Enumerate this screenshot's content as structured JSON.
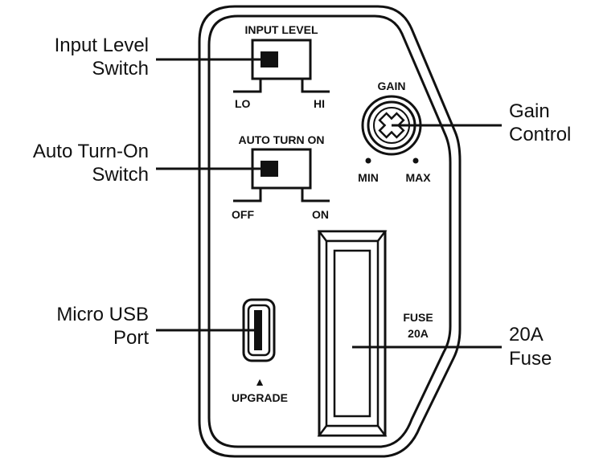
{
  "callouts": {
    "input_level": [
      "Input Level",
      "Switch"
    ],
    "auto_turn_on": [
      "Auto Turn-On",
      "Switch"
    ],
    "micro_usb": [
      "Micro USB",
      "Port"
    ],
    "gain": [
      "Gain",
      "Control"
    ],
    "fuse": [
      "20A",
      "Fuse"
    ]
  },
  "panel": {
    "input_level_title": "INPUT LEVEL",
    "lo": "LO",
    "hi": "HI",
    "auto_turn_on_title": "AUTO TURN ON",
    "off": "OFF",
    "on": "ON",
    "gain_title": "GAIN",
    "min": "MIN",
    "max": "MAX",
    "fuse_label": [
      "FUSE",
      "20A"
    ],
    "upgrade": "UPGRADE",
    "upgrade_arrow": "▲"
  },
  "colors": {
    "ink": "#111111",
    "panel": "#ffffff",
    "switch_knob": "#111111"
  }
}
